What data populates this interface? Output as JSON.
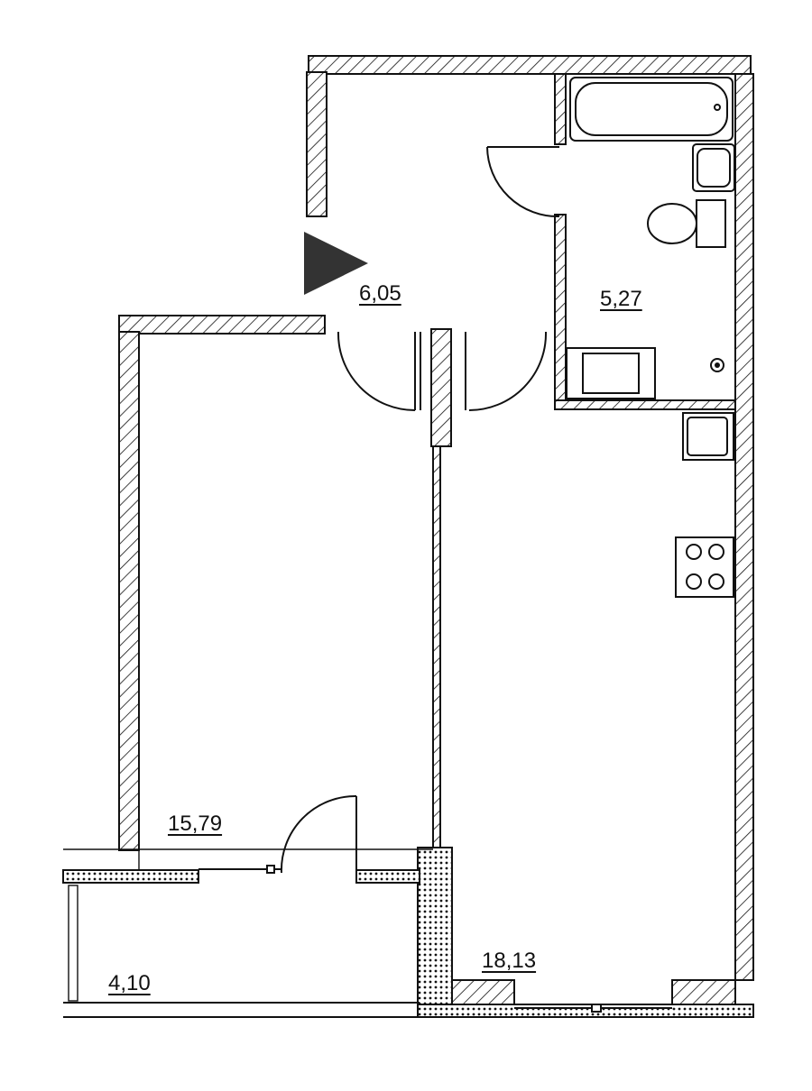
{
  "rooms": {
    "hall": {
      "area": "6,05"
    },
    "bathroom": {
      "area": "5,27"
    },
    "bedroom": {
      "area": "15,79"
    },
    "kitchen_living": {
      "area": "18,13"
    },
    "balcony": {
      "area": "4,10"
    }
  },
  "entrance_marker": {
    "color": "#333333",
    "icon": "entrance-arrow-icon"
  }
}
